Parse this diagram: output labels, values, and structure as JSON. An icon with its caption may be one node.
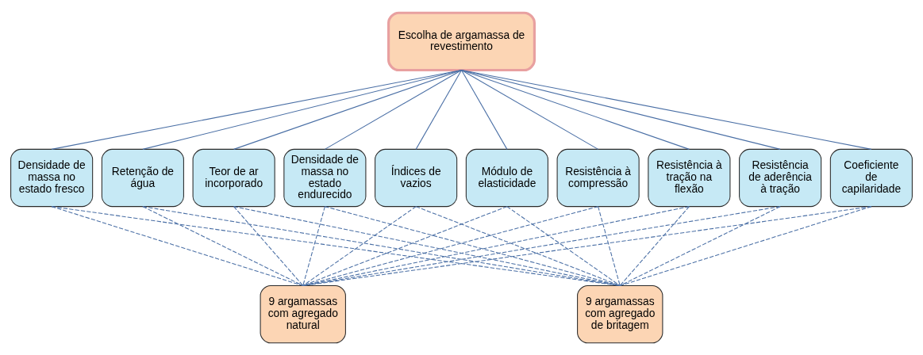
{
  "diagram": {
    "nodes": [
      {
        "text": [
          "Escolha de argamassa de revestimento"
        ]
      },
      {
        "text": [
          "Densidade de massa no estado fresco"
        ]
      },
      {
        "text": [
          "Retenção de água"
        ]
      },
      {
        "text": [
          "Teor de ar incorporado"
        ]
      },
      {
        "text": [
          "Densidade de massa no estado endurecido"
        ]
      },
      {
        "text": [
          "Índices de vazios"
        ]
      },
      {
        "text": [
          "Módulo de elasticidade"
        ]
      },
      {
        "text": [
          "Resistência à compressão"
        ]
      },
      {
        "text": [
          "Resistência à tração na flexão"
        ]
      },
      {
        "text": [
          "Resistência de aderência à tração"
        ]
      },
      {
        "text": [
          "Coeficiente de capilaridade"
        ]
      },
      {
        "text": [
          "9 argamassas com agregado natural"
        ]
      },
      {
        "text": [
          "9 argamassas com agregado de britagem"
        ]
      }
    ],
    "edges": [
      {
        "from": 0,
        "to": 1,
        "arrow": "none"
      },
      {
        "from": 0,
        "to": 2,
        "arrow": "none"
      },
      {
        "from": 0,
        "to": 3,
        "arrow": "none"
      },
      {
        "from": 0,
        "to": 4,
        "arrow": "none"
      },
      {
        "from": 0,
        "to": 5,
        "arrow": "none"
      },
      {
        "from": 0,
        "to": 6,
        "arrow": "none"
      },
      {
        "from": 0,
        "to": 7,
        "arrow": "none"
      },
      {
        "from": 0,
        "to": 8,
        "arrow": "none"
      },
      {
        "from": 0,
        "to": 9,
        "arrow": "none"
      },
      {
        "from": 0,
        "to": 10,
        "arrow": "none"
      },
      {
        "from": 1,
        "to": 11,
        "arrow": "none",
        "style": "dashed"
      },
      {
        "from": 1,
        "to": 12,
        "arrow": "none",
        "style": "dashed"
      },
      {
        "from": 2,
        "to": 11,
        "arrow": "none",
        "style": "dashed"
      },
      {
        "from": 2,
        "to": 12,
        "arrow": "none",
        "style": "dashed"
      },
      {
        "from": 3,
        "to": 11,
        "arrow": "none",
        "style": "dashed"
      },
      {
        "from": 3,
        "to": 12,
        "arrow": "none",
        "style": "dashed"
      },
      {
        "from": 4,
        "to": 11,
        "arrow": "none",
        "style": "dashed"
      },
      {
        "from": 4,
        "to": 12,
        "arrow": "none",
        "style": "dashed"
      },
      {
        "from": 5,
        "to": 11,
        "arrow": "none",
        "style": "dashed"
      },
      {
        "from": 5,
        "to": 12,
        "arrow": "none",
        "style": "dashed"
      },
      {
        "from": 6,
        "to": 11,
        "arrow": "none",
        "style": "dashed"
      },
      {
        "from": 6,
        "to": 12,
        "arrow": "none",
        "style": "dashed"
      },
      {
        "from": 7,
        "to": 11,
        "arrow": "none",
        "style": "dashed"
      },
      {
        "from": 7,
        "to": 12,
        "arrow": "none",
        "style": "dashed"
      },
      {
        "from": 8,
        "to": 11,
        "arrow": "none",
        "style": "dashed"
      },
      {
        "from": 8,
        "to": 12,
        "arrow": "none",
        "style": "dashed"
      },
      {
        "from": 9,
        "to": 11,
        "arrow": "none",
        "style": "dashed"
      },
      {
        "from": 9,
        "to": 12,
        "arrow": "none",
        "style": "dashed"
      },
      {
        "from": 10,
        "to": 11,
        "arrow": "none",
        "style": "dashed"
      },
      {
        "from": 10,
        "to": 12,
        "arrow": "none",
        "style": "dashed"
      }
    ]
  }
}
